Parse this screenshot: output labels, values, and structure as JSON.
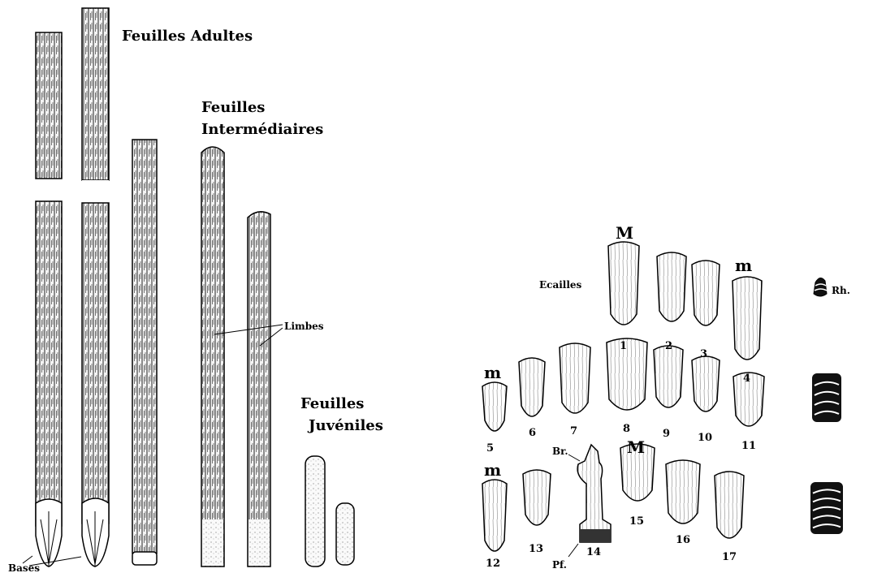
{
  "titles": {
    "adultes": "Feuilles Adultes",
    "intermediaires_1": "Feuilles",
    "intermediaires_2": "Intermédiaires",
    "juveniles_1": "Feuilles",
    "juveniles_2": "Juvéniles"
  },
  "labels": {
    "limbes": "Limbes",
    "bases": "Bases",
    "ecailles": "Ecailles",
    "rh": "Rh.",
    "br": "Br.",
    "pf": "Pf."
  },
  "markers": {
    "M": "M",
    "m": "m"
  },
  "scale_numbers": [
    "1",
    "2",
    "3",
    "4",
    "5",
    "6",
    "7",
    "8",
    "9",
    "10",
    "11",
    "12",
    "13",
    "14",
    "15",
    "16",
    "17"
  ]
}
